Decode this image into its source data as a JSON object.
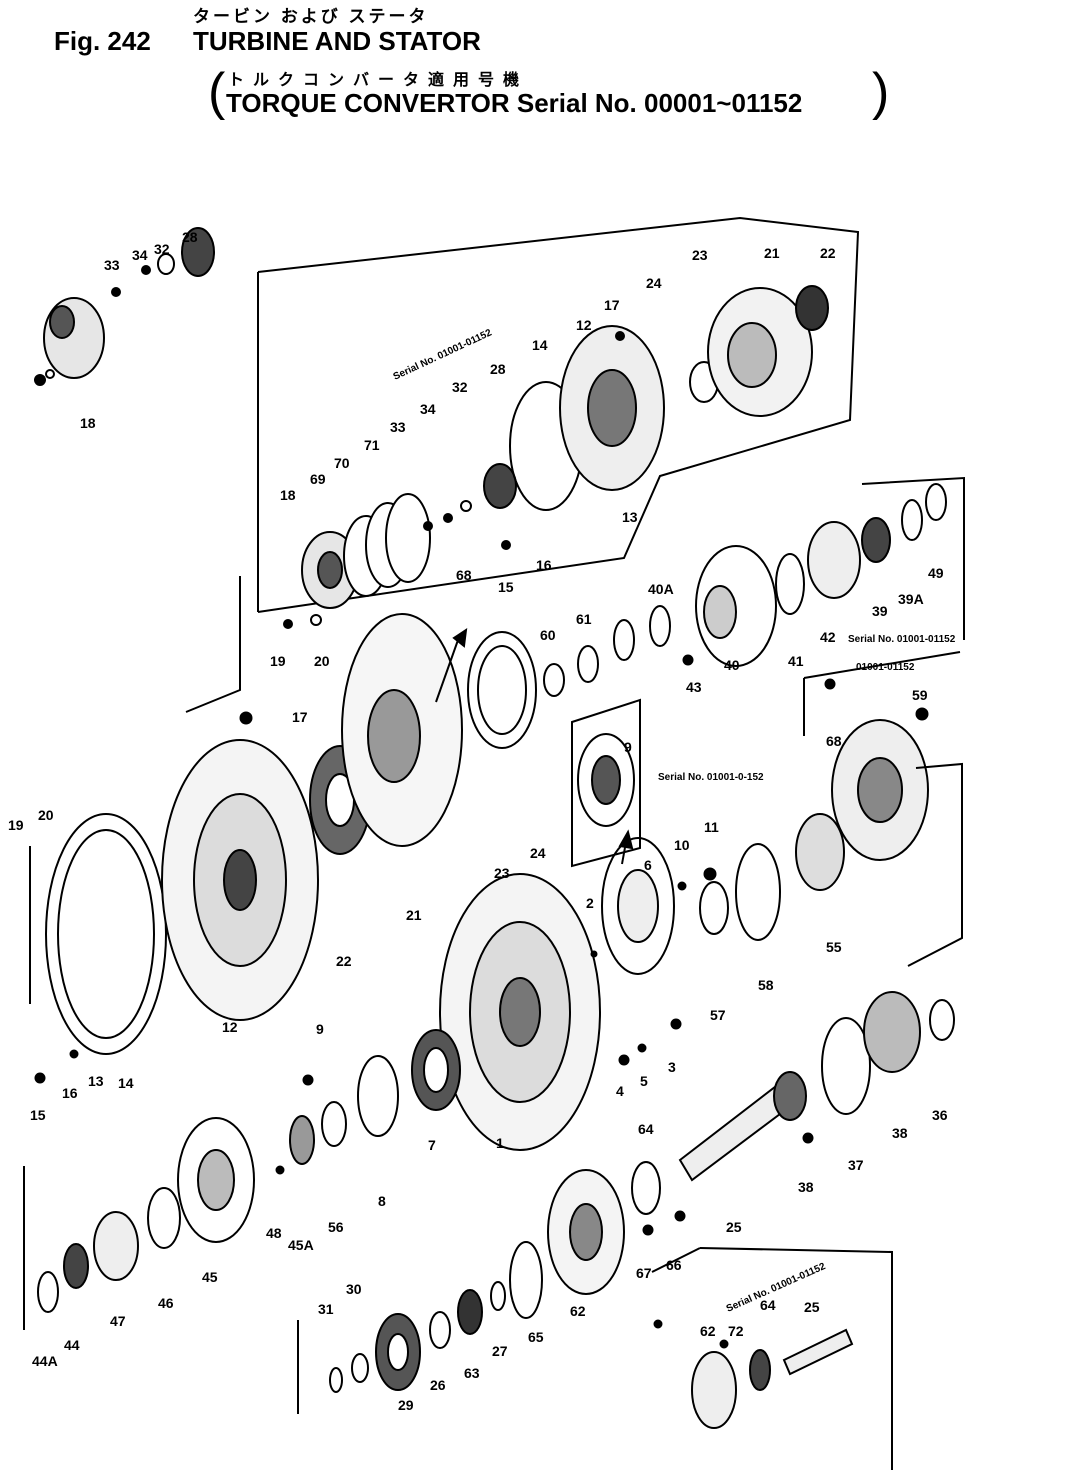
{
  "header": {
    "fig_label": "Fig. 242",
    "jp_title": "タービン および ステータ",
    "en_title": "TURBINE AND STATOR",
    "jp_subtitle": "トルクコンバータ適用号機",
    "en_subtitle": "TORQUE CONVERTOR Serial No. 00001~01152",
    "paren_open": "(",
    "paren_close": ")"
  },
  "serial_notes": {
    "upper_group": "Serial No. 01001-01152",
    "right_group": "Serial No. 01001-01152",
    "gear_box": "Serial No. 01001-0-152",
    "flange_box": "01001-01152",
    "bottom_box": "Serial No. 01001-01152"
  },
  "part_labels": {
    "p1": "1",
    "p2": "2",
    "p3": "3",
    "p4": "4",
    "p5": "5",
    "p6": "6",
    "p7": "7",
    "p8": "8",
    "p9": "9",
    "p9b": "9",
    "p10": "10",
    "p11": "11",
    "p12": "12",
    "p12b": "12",
    "p13": "13",
    "p13b": "13",
    "p14": "14",
    "p14b": "14",
    "p15": "15",
    "p15b": "15",
    "p16": "16",
    "p16b": "16",
    "p17": "17",
    "p17b": "17",
    "p18": "18",
    "p18b": "18",
    "p19": "19",
    "p19b": "19",
    "p20": "20",
    "p20b": "20",
    "p21": "21",
    "p21b": "21",
    "p22": "22",
    "p22b": "22",
    "p23": "23",
    "p23b": "23",
    "p24": "24",
    "p24b": "24",
    "p25": "25",
    "p25b": "25",
    "p26": "26",
    "p27": "27",
    "p28": "28",
    "p28b": "28",
    "p29": "29",
    "p30": "30",
    "p31": "31",
    "p32": "32",
    "p32b": "32",
    "p33": "33",
    "p33b": "33",
    "p34": "34",
    "p34b": "34",
    "p36": "36",
    "p37": "37",
    "p38": "38",
    "p39": "39",
    "p39a": "39A",
    "p40": "40",
    "p40a": "40A",
    "p41": "41",
    "p42": "42",
    "p43": "43",
    "p44": "44",
    "p44a": "44A",
    "p45": "45",
    "p45a": "45A",
    "p46": "46",
    "p47": "47",
    "p48": "48",
    "p49": "49",
    "p55": "55",
    "p56": "56",
    "p57": "57",
    "p58": "58",
    "p59": "59",
    "p60": "60",
    "p61": "61",
    "p62": "62",
    "p62b": "62",
    "p63": "63",
    "p64": "64",
    "p64b": "64",
    "p65": "65",
    "p66": "66",
    "p67": "67",
    "p68": "68",
    "p68b": "68",
    "p69": "69",
    "p70": "70",
    "p71": "71",
    "p72": "72",
    "p38b": "38"
  }
}
